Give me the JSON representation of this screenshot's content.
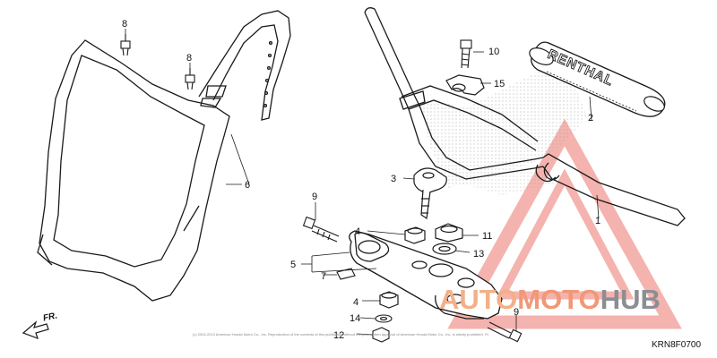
{
  "callouts": [
    {
      "label": "1"
    },
    {
      "label": "2"
    },
    {
      "label": "3"
    },
    {
      "label": "4"
    },
    {
      "label": "4"
    },
    {
      "label": "5"
    },
    {
      "label": "6"
    },
    {
      "label": "7"
    },
    {
      "label": "8"
    },
    {
      "label": "8"
    },
    {
      "label": "9"
    },
    {
      "label": "9"
    },
    {
      "label": "10"
    },
    {
      "label": "11"
    },
    {
      "label": "12"
    },
    {
      "label": "13"
    },
    {
      "label": "14"
    },
    {
      "label": "15"
    }
  ],
  "grip_brand": "RENTHAL",
  "direction_label": "FR.",
  "diagram_code": "KRN8F0700",
  "copyright": "(c) 2002-2013 American Honda Motor Co., Inc. Reproduction of the contents of this publication without the prior written approval of American Honda Motor Co., Inc. is strictly prohibited. Page design (c) 2001-2017 by ARI Network Services, Inc.",
  "watermark": {
    "auto": "AUTO",
    "moto": "MOTO",
    "hub": "HUB"
  },
  "colors": {
    "line": "#1a1a1a",
    "watermark_red": "#e8453c",
    "watermark_grey": "#8b8f93"
  }
}
